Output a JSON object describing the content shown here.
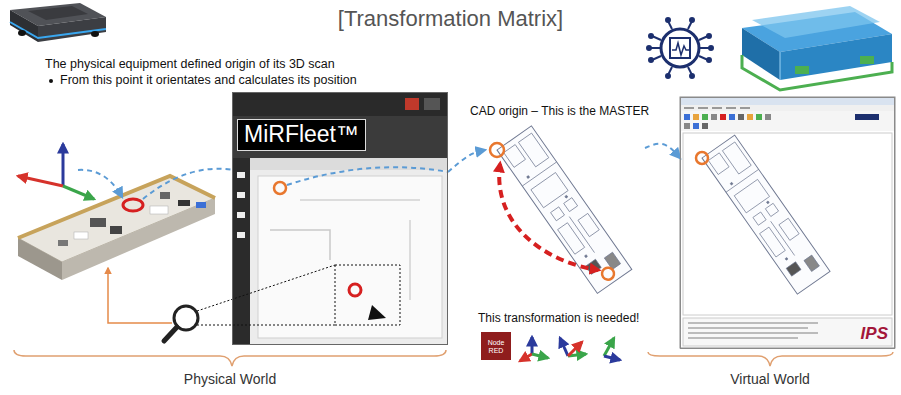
{
  "diagram": {
    "title": "[Transformation Matrix]",
    "nodes": [
      {
        "text": [
          "MiRFleet™"
        ]
      },
      {
        "text": [
          "CAD origin – This is the MASTER"
        ]
      },
      {
        "text": [
          "IPS"
        ]
      }
    ],
    "edges": [
      {
        "from": 0,
        "to": 1,
        "arrow": "to"
      },
      {
        "from": 1,
        "to": 2,
        "arrow": "to"
      }
    ],
    "labels": [
      "The physical equipment defined origin of its 3D scan",
      "From this point it orientates and calculates its position",
      "This transformation is needed!",
      "Node RED",
      "Physical World",
      "Virtual World"
    ]
  }
}
